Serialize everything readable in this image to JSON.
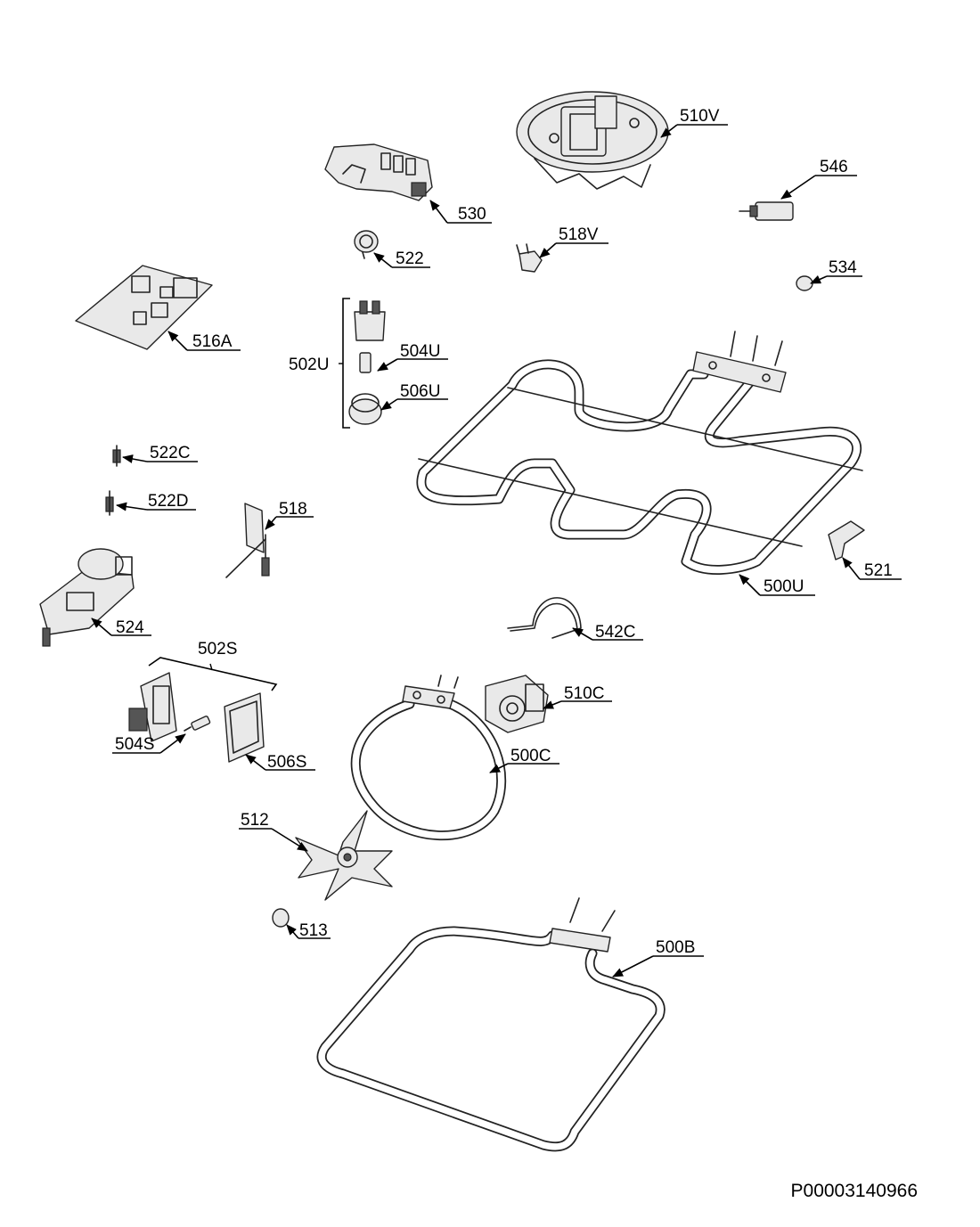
{
  "drawing_number": "P00003140966",
  "callouts": {
    "c510V": "510V",
    "c546": "546",
    "c530": "530",
    "c518V": "518V",
    "c522": "522",
    "c534": "534",
    "c516A": "516A",
    "c502U": "502U",
    "c504U": "504U",
    "c506U": "506U",
    "c522C": "522C",
    "c522D": "522D",
    "c518": "518",
    "c521": "521",
    "c500U": "500U",
    "c524": "524",
    "c542C": "542C",
    "c502S": "502S",
    "c510C": "510C",
    "c504S": "504S",
    "c506S": "506S",
    "c500C": "500C",
    "c512": "512",
    "c513": "513",
    "c500B": "500B"
  }
}
